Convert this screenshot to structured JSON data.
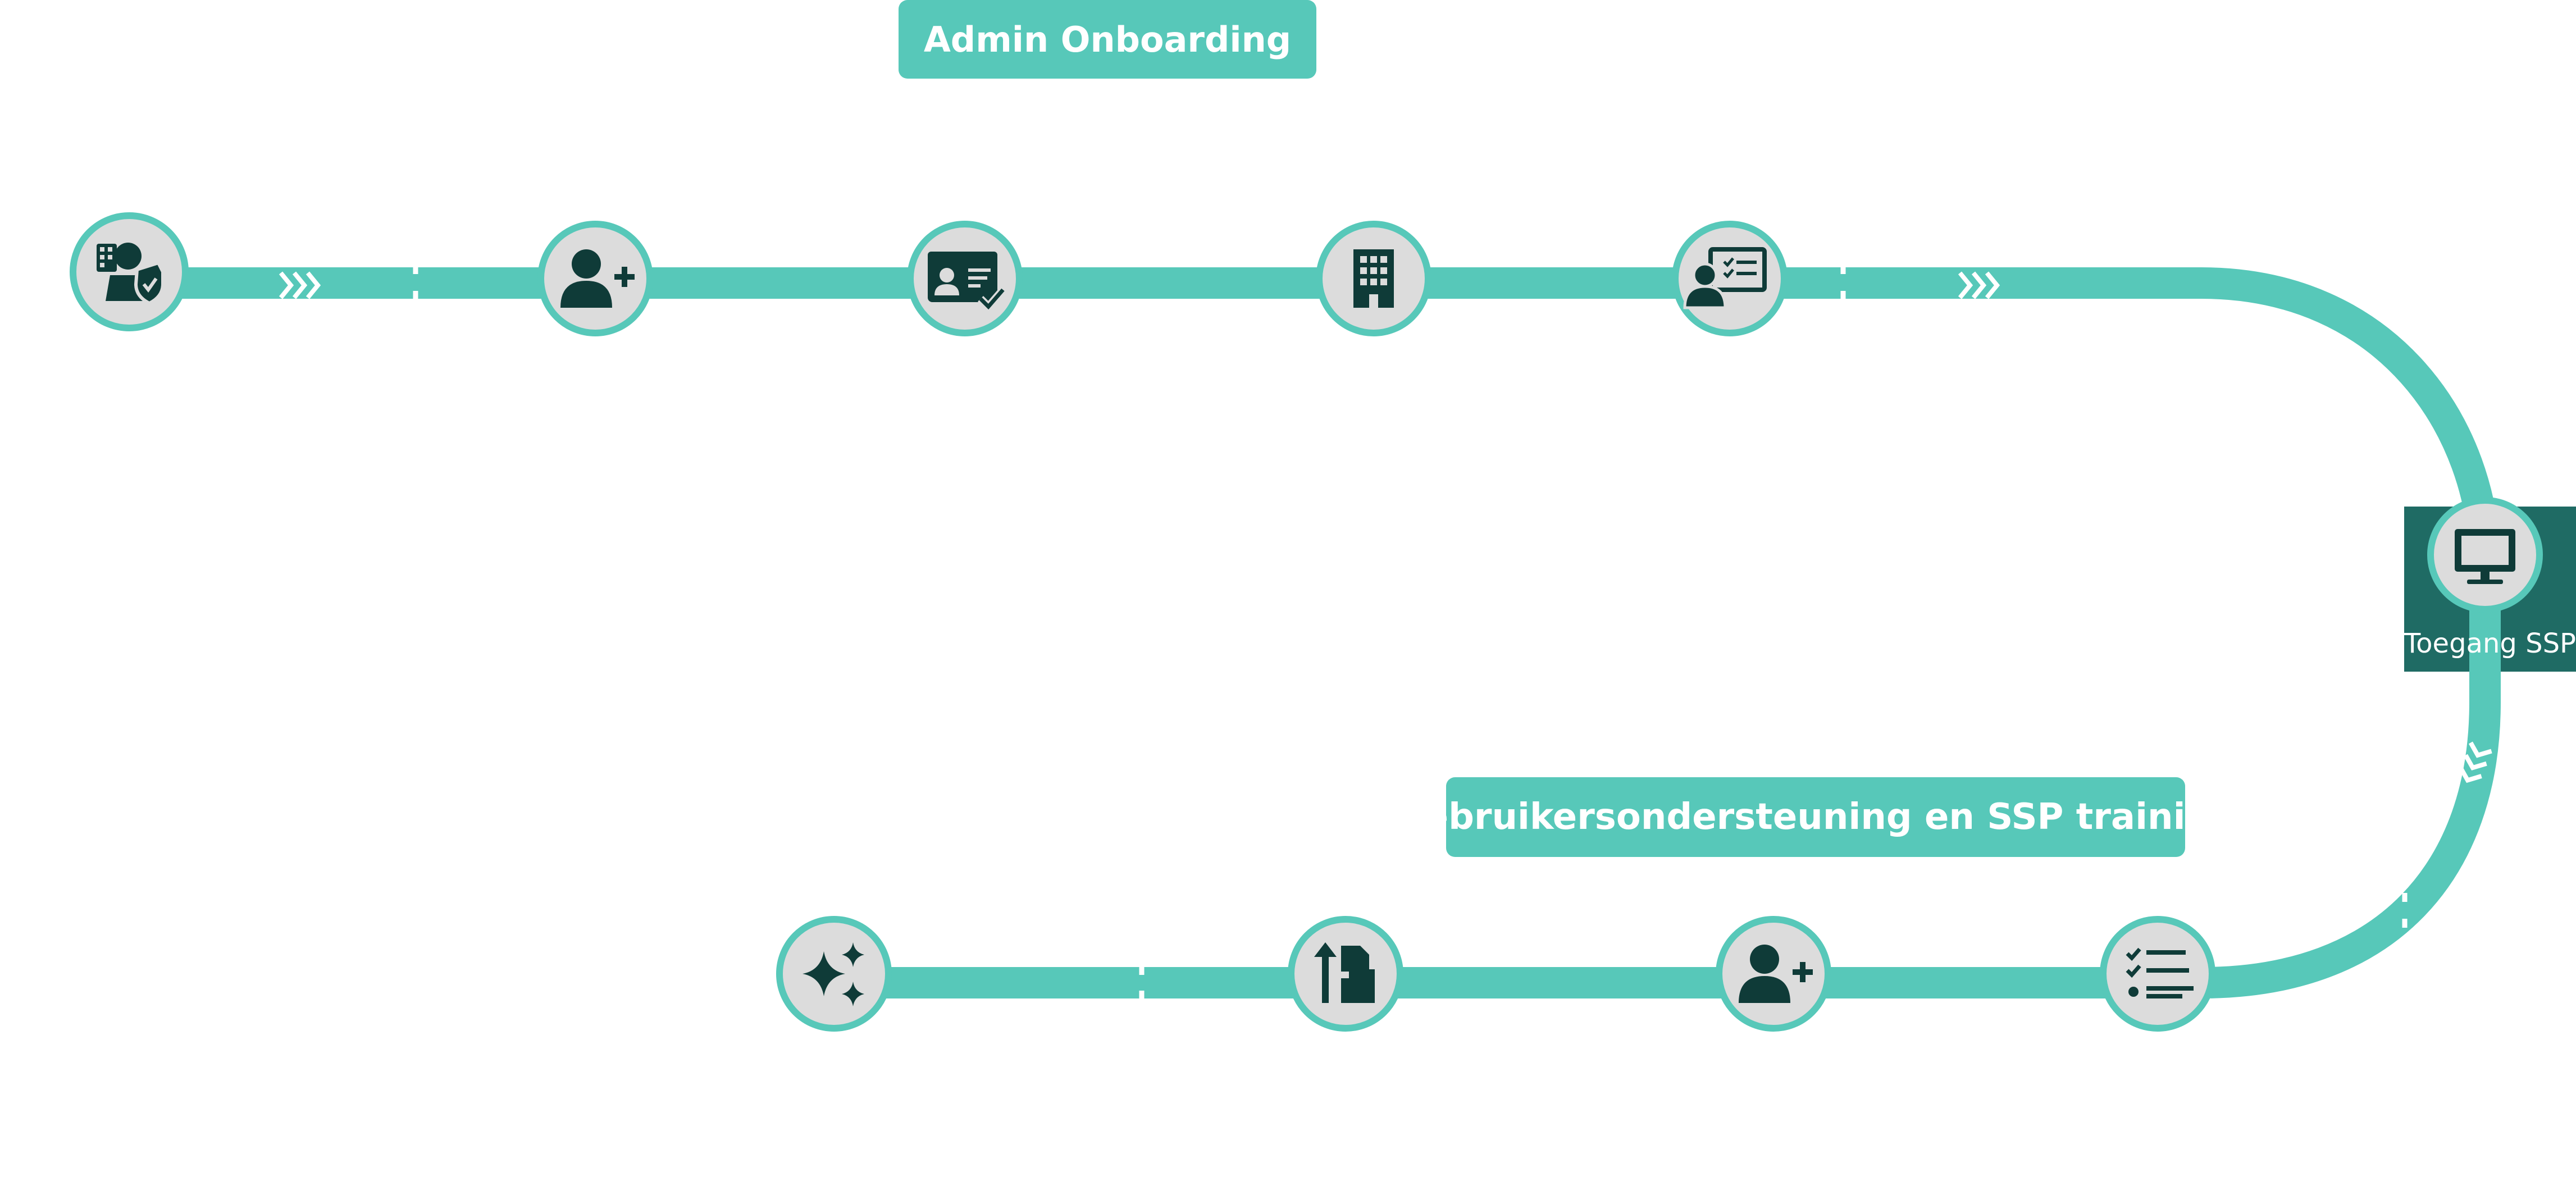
{
  "phases": {
    "admin_onboarding": "Admin Onboarding",
    "user_support": "Gebruikersondersteuning en SSP training"
  },
  "milestone": {
    "label": "Toegang SSP",
    "icon": "monitor-icon"
  },
  "top_row_icons": [
    "admin-security-icon",
    "add-user-icon",
    "id-card-verified-icon",
    "building-icon",
    "presentation-icon"
  ],
  "bottom_row_icons": [
    "checklist-icon",
    "add-user-icon",
    "upload-file-icon",
    "sparkles-icon"
  ],
  "colors": {
    "track": "#57c8b9",
    "panel": "#1f6b64",
    "node_fill": "#dcdcdc",
    "icon": "#0f3b38"
  }
}
